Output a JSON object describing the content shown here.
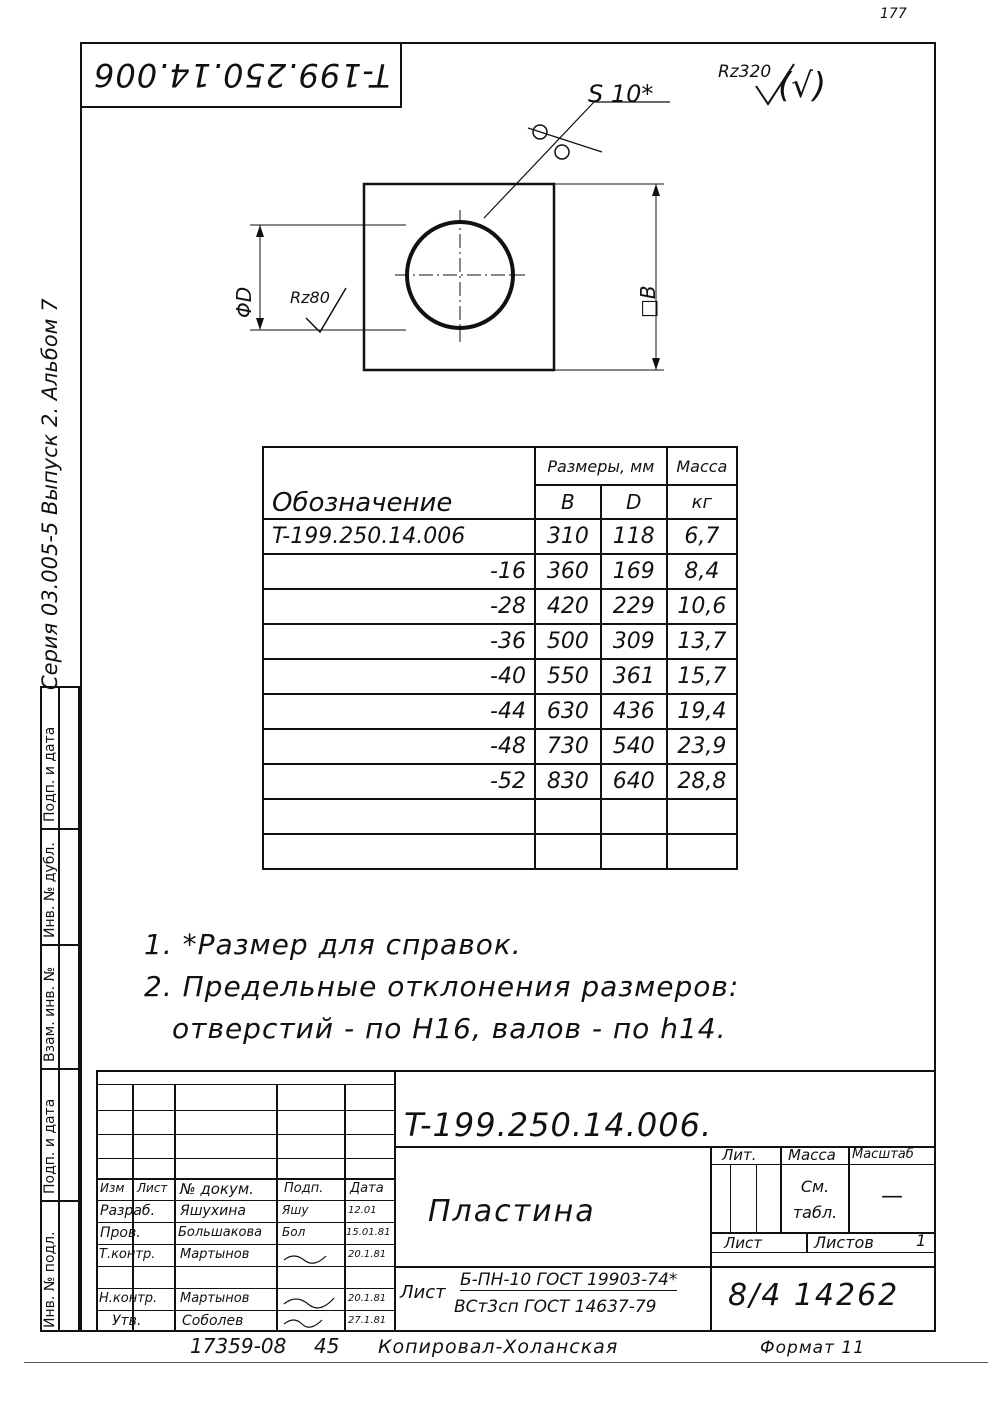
{
  "corner_mark": "177",
  "top_stamp": "T-199.250.14.006",
  "roughness": {
    "general": "Rz320",
    "general_bracket": "(√)",
    "hole": "Rz80"
  },
  "part_drawing": {
    "thickness": "S 10*",
    "diameter": "ΦD",
    "side": "□B"
  },
  "side_series": "Серия 03.005-5 Выпуск 2. Альбом 7",
  "side_labels": [
    "Подп. и дата",
    "Инв. № дубл.",
    "Взам. инв. №",
    "Подп. и дата",
    "Инв. № подл."
  ],
  "spec_table": {
    "header_designation": "Обозначение",
    "header_sizes": "Размеры, мм",
    "header_mass": "Масса",
    "col_b": "B",
    "col_d": "D",
    "col_mass_unit": "кг",
    "rows": [
      {
        "designation": "T-199.250.14.006",
        "b": "310",
        "d": "118",
        "mass": "6,7"
      },
      {
        "designation": "-16",
        "b": "360",
        "d": "169",
        "mass": "8,4"
      },
      {
        "designation": "-28",
        "b": "420",
        "d": "229",
        "mass": "10,6"
      },
      {
        "designation": "-36",
        "b": "500",
        "d": "309",
        "mass": "13,7"
      },
      {
        "designation": "-40",
        "b": "550",
        "d": "361",
        "mass": "15,7"
      },
      {
        "designation": "-44",
        "b": "630",
        "d": "436",
        "mass": "19,4"
      },
      {
        "designation": "-48",
        "b": "730",
        "d": "540",
        "mass": "23,9"
      },
      {
        "designation": "-52",
        "b": "830",
        "d": "640",
        "mass": "28,8"
      },
      {
        "designation": "",
        "b": "",
        "d": "",
        "mass": ""
      },
      {
        "designation": "",
        "b": "",
        "d": "",
        "mass": ""
      }
    ]
  },
  "notes": [
    "1. *Размер для справок.",
    "2. Предельные отклонения размеров:",
    "отверстий - по H16, валов - по h14."
  ],
  "title_block": {
    "code": "T-199.250.14.006.",
    "name": "Пластина",
    "hdr_izm": "Изм",
    "hdr_list": "Лист",
    "hdr_doc": "№ докум.",
    "hdr_sign": "Подп.",
    "hdr_date": "Дата",
    "roles": [
      {
        "role": "Разраб.",
        "name": "Яшухина",
        "sign": "Яшу",
        "date": "12.01"
      },
      {
        "role": "Пров.",
        "name": "Большакова",
        "sign": "Бол",
        "date": "15.01.81"
      },
      {
        "role": "Т.контр.",
        "name": "Мартынов",
        "sign": "",
        "date": "20.1.81"
      },
      {
        "role": "",
        "name": "",
        "sign": "",
        "date": ""
      },
      {
        "role": "Н.контр.",
        "name": "Мартынов",
        "sign": "",
        "date": "20.1.81"
      },
      {
        "role": "Утв.",
        "name": "Соболев",
        "sign": "",
        "date": "27.1.81"
      }
    ],
    "lit_label": "Лит.",
    "mass_label": "Масса",
    "scale_label": "Масштаб",
    "mass_value": "См. табл.",
    "scale_value": "—",
    "sheet_label": "Лист",
    "sheets_label": "Листов",
    "sheets_value": "1",
    "material_prefix": "Лист",
    "material_line1": "Б-ПН-10 ГОСТ 19903-74*",
    "material_line2": "ВСт3сп ГОСТ 14637-79",
    "org_code": "8/4 14262"
  },
  "footer": {
    "code": "17359-08",
    "sheet": "45",
    "copied": "Копировал-Холанская",
    "format": "Формат 11"
  }
}
